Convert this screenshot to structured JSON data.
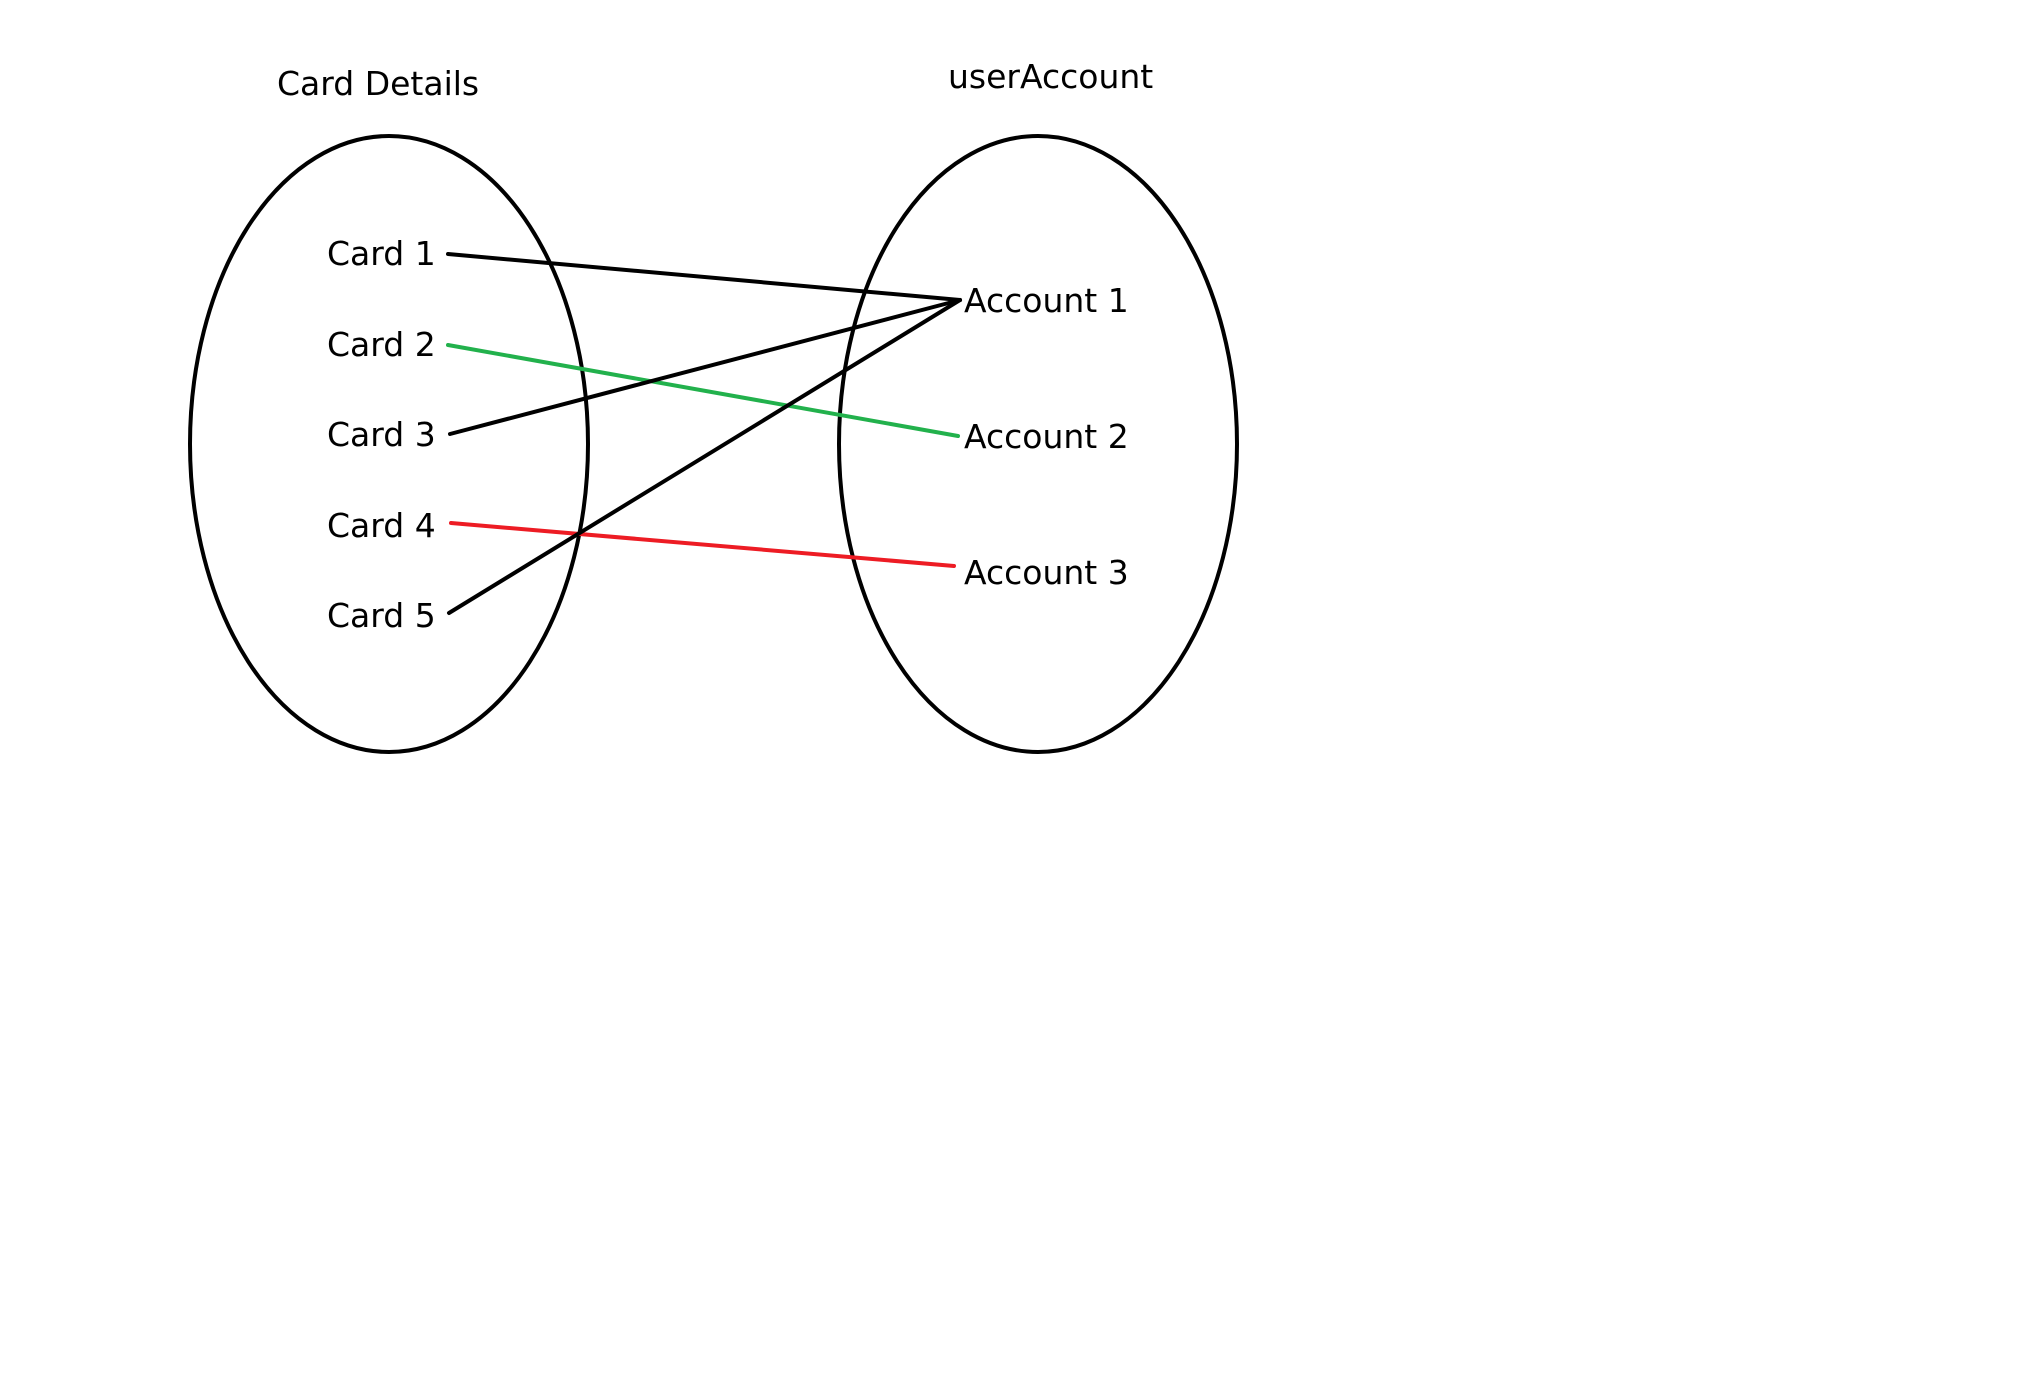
{
  "left_set": {
    "title": "Card Details",
    "items": [
      "Card 1",
      "Card 2",
      "Card 3",
      "Card 4",
      "Card 5"
    ]
  },
  "right_set": {
    "title": "userAccount",
    "items": [
      "Account 1",
      "Account 2",
      "Account 3"
    ]
  },
  "mappings": [
    {
      "from": "Card 1",
      "to": "Account 1",
      "color": "#000000"
    },
    {
      "from": "Card 2",
      "to": "Account 2",
      "color": "#22b14c"
    },
    {
      "from": "Card 3",
      "to": "Account 1",
      "color": "#000000"
    },
    {
      "from": "Card 4",
      "to": "Account 3",
      "color": "#ed1c24"
    },
    {
      "from": "Card 5",
      "to": "Account 1",
      "color": "#000000"
    }
  ]
}
